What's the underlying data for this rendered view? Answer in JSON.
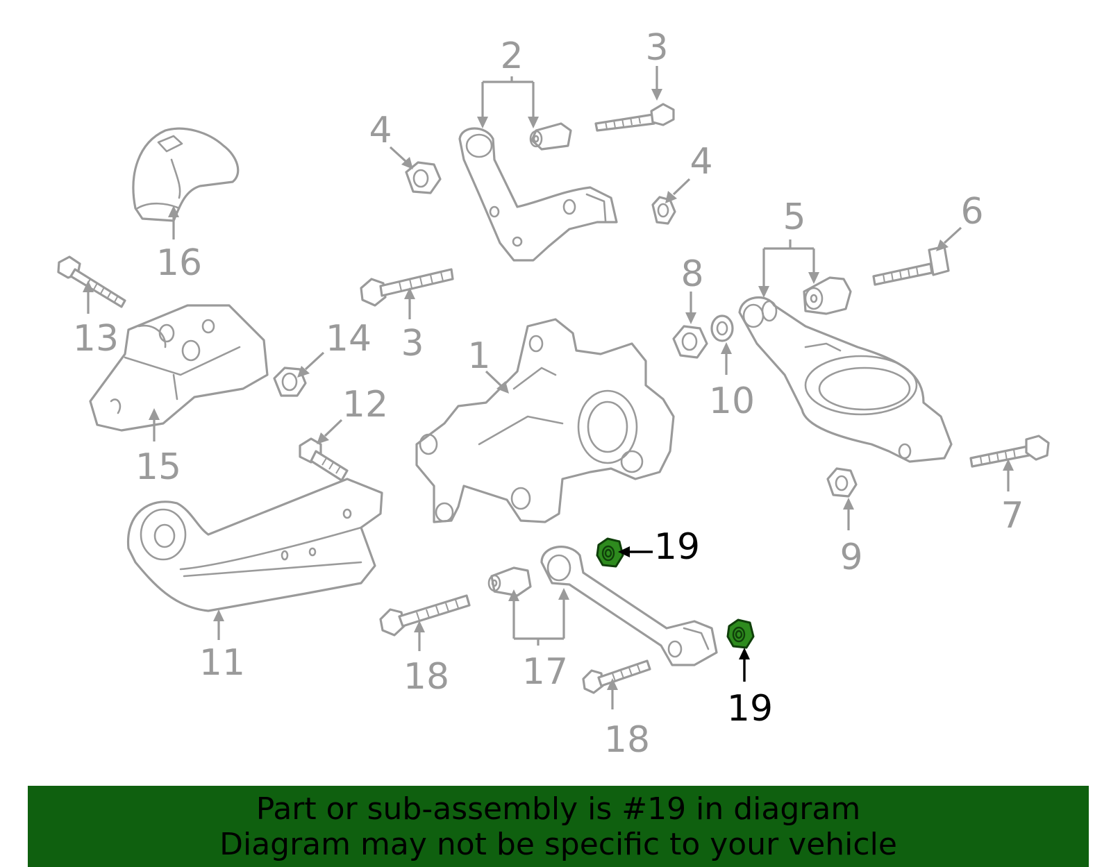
{
  "diagram": {
    "callouts": {
      "c1": "1",
      "c2": "2",
      "c3a": "3",
      "c3b": "3",
      "c4a": "4",
      "c4b": "4",
      "c5": "5",
      "c6": "6",
      "c7": "7",
      "c8": "8",
      "c9": "9",
      "c10": "10",
      "c11": "11",
      "c12": "12",
      "c13": "13",
      "c14": "14",
      "c15": "15",
      "c16": "16",
      "c17": "17",
      "c18a": "18",
      "c18b": "18",
      "c19a": "19",
      "c19b": "19"
    },
    "highlight_color": "#2e8b1e"
  },
  "banner": {
    "line1": "Part or sub-assembly is #19 in diagram",
    "line2": "Diagram may not be specific to your vehicle",
    "background": "#0f600f"
  }
}
